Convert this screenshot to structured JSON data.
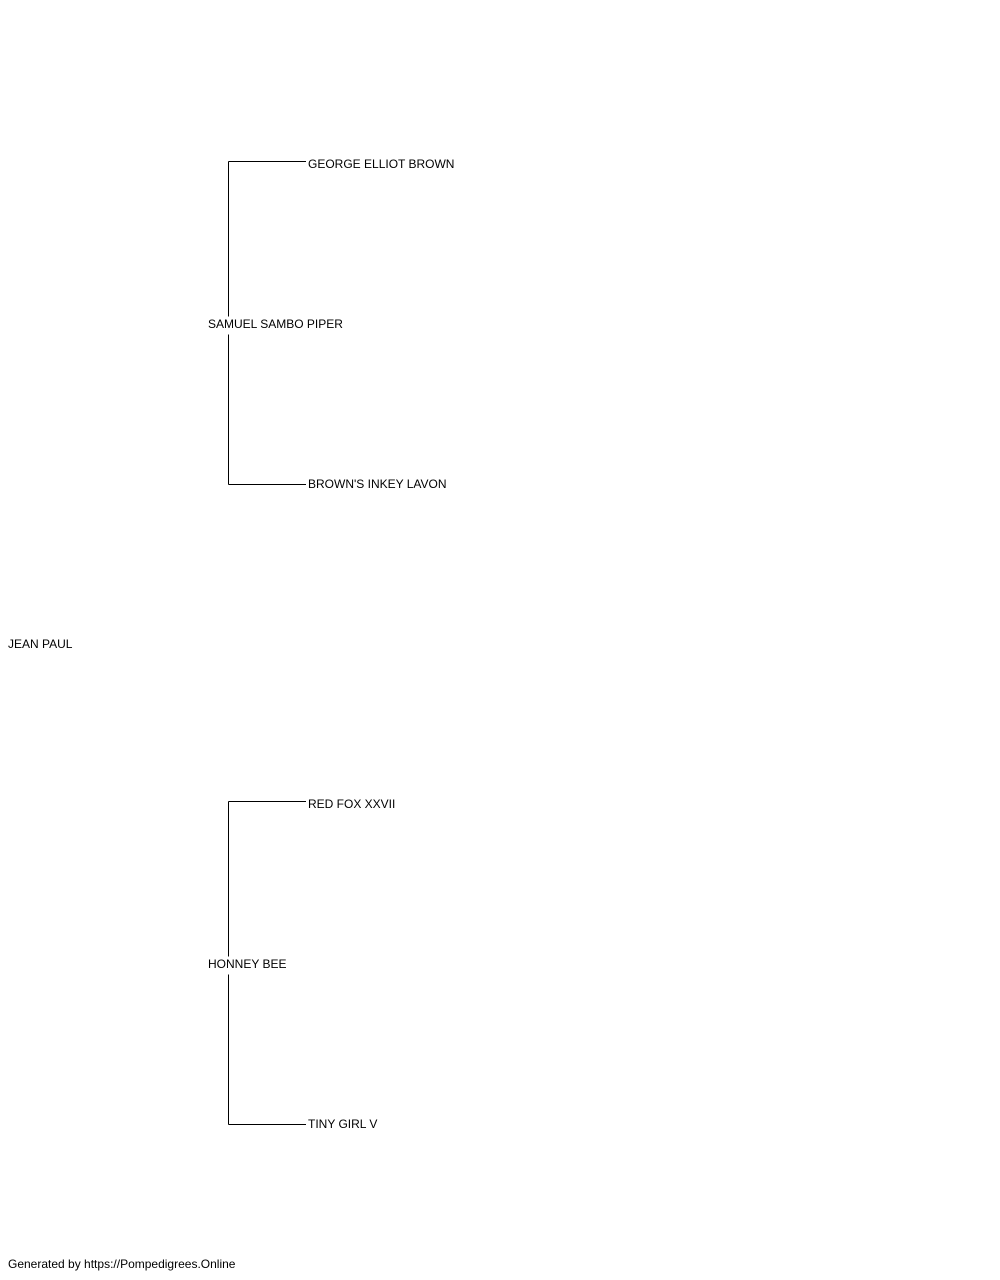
{
  "pedigree": {
    "subject": "JEAN PAUL",
    "sire": {
      "name": "SAMUEL SAMBO PIPER",
      "sire": "GEORGE ELLIOT BROWN",
      "dam": "BROWN'S INKEY LAVON"
    },
    "dam": {
      "name": "HONNEY BEE",
      "sire": "RED FOX XXVII",
      "dam": "TINY GIRL V"
    }
  },
  "footer": "Generated by https://Pompedigrees.Online",
  "colors": {
    "line": "#000000",
    "text": "#000000",
    "background": "#ffffff"
  }
}
